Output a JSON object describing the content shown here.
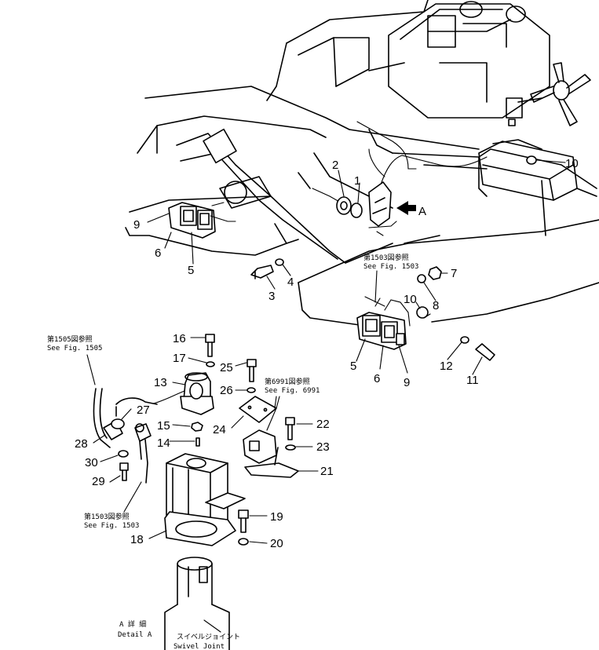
{
  "title": "",
  "view_label": "A",
  "parts": [
    "1",
    "2",
    "3",
    "4",
    "5",
    "6",
    "7",
    "8",
    "9",
    "10",
    "11",
    "12",
    "13",
    "14",
    "15",
    "16",
    "17",
    "18",
    "19",
    "20",
    "21",
    "22",
    "23",
    "24",
    "25",
    "26",
    "27",
    "28",
    "29",
    "30"
  ],
  "labels": {
    "p1": "1",
    "p2": "2",
    "p3": "3",
    "p4": "4",
    "p5a": "5",
    "p6a": "6",
    "p9a": "9",
    "p5b": "5",
    "p6b": "6",
    "p9b": "9",
    "p7": "7",
    "p8": "8",
    "p10a": "10",
    "p10b": "10",
    "p11": "11",
    "p12": "12",
    "p13": "13",
    "p14": "14",
    "p15": "15",
    "p16": "16",
    "p17": "17",
    "p18": "18",
    "p19": "19",
    "p20": "20",
    "p21": "21",
    "p22": "22",
    "p23": "23",
    "p24": "24",
    "p25": "25",
    "p26": "26",
    "p27": "27",
    "p28": "28",
    "p29": "29",
    "p30": "30"
  },
  "refs": {
    "fig1503_top_jp": "第1503図参照",
    "fig1503_top_en": "See Fig. 1503",
    "fig1505_jp": "第1505図参照",
    "fig1505_en": "See Fig. 1505",
    "fig6991_jp": "第6991図参照",
    "fig6991_en": "See Fig. 6991",
    "fig1503_bot_jp": "第1503図参照",
    "fig1503_bot_en": "See Fig. 1503"
  },
  "detail": {
    "jp": "A 詳 細",
    "en": "Detail A"
  },
  "swivel": {
    "jp": "スイベルジョイント",
    "en": "Swivel Joint"
  }
}
